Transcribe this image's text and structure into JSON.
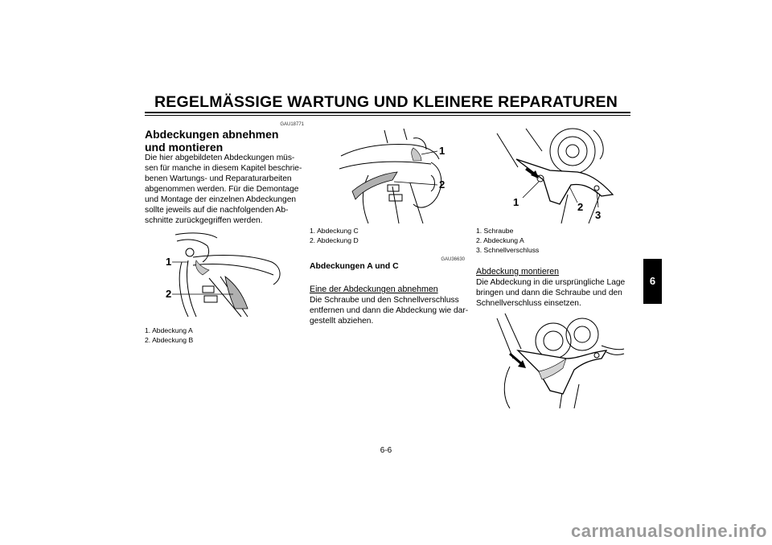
{
  "header": {
    "title": "REGELMÄSSIGE WARTUNG UND KLEINERE REPARATUREN"
  },
  "column1": {
    "code": "GAU18771",
    "heading": "Abdeckungen abnehmen und montieren",
    "paragraph": [
      "Die hier abgebildeten Abdeckungen müs-",
      "sen für manche in diesem Kapitel beschrie-",
      "benen Wartungs- und Reparaturarbeiten",
      "abgenommen werden. Für die Demontage",
      "und Montage der einzelnen Abdeckungen",
      "sollte jeweils auf die nachfolgenden Ab-",
      "schnitte zurückgegriffen werden."
    ],
    "figure": {
      "callouts": [
        "1",
        "2"
      ]
    },
    "captions": [
      "1. Abdeckung A",
      "2. Abdeckung B"
    ]
  },
  "column2": {
    "figure": {
      "callouts": [
        "1",
        "2"
      ]
    },
    "captions": [
      "1. Abdeckung C",
      "2. Abdeckung D"
    ],
    "code": "GAU36630",
    "heading": "Abdeckungen A und C",
    "sub_heading": "Eine der Abdeckungen abnehmen",
    "paragraph": [
      "Die Schraube und den Schnellverschluss",
      "entfernen und dann die Abdeckung wie dar-",
      "gestellt abziehen."
    ]
  },
  "column3": {
    "figure": {
      "callouts": [
        "1",
        "2",
        "3"
      ]
    },
    "captions": [
      "1. Schraube",
      "2. Abdeckung A",
      "3. Schnellverschluss"
    ],
    "sub_heading": "Abdeckung montieren",
    "paragraph": [
      "Die Abdeckung in die ursprüngliche Lage",
      "bringen und dann die Schraube und den",
      "Schnellverschluss einsetzen."
    ]
  },
  "side_tab": "6",
  "page_number": "6-6",
  "watermark": "carmanualsonline.info"
}
